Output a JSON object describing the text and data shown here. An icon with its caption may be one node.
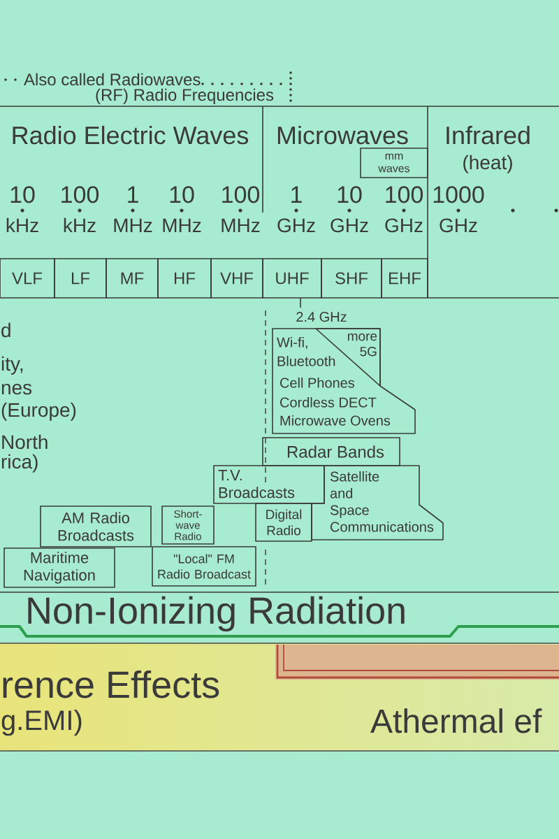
{
  "diagram": {
    "nodes": [
      {
        "text": [
          "mm waves"
        ]
      },
      {
        "text": [
          "VLF"
        ]
      },
      {
        "text": [
          "LF"
        ]
      },
      {
        "text": [
          "MF"
        ]
      },
      {
        "text": [
          "HF"
        ]
      },
      {
        "text": [
          "VHF"
        ]
      },
      {
        "text": [
          "UHF"
        ]
      },
      {
        "text": [
          "SHF"
        ]
      },
      {
        "text": [
          "EHF"
        ]
      },
      {
        "text": [
          "Wi-fi, Bluetooth",
          "Cell Phones",
          "Cordless DECT",
          "Microwave Ovens"
        ]
      },
      {
        "text": [
          "more 5G"
        ],
        "in": 9
      },
      {
        "text": [
          "Radar Bands"
        ]
      },
      {
        "text": [
          "T.V. Broadcasts"
        ]
      },
      {
        "text": [
          "Satellite and Space Communications"
        ]
      },
      {
        "text": [
          "AM Radio Broadcasts"
        ]
      },
      {
        "text": [
          "Short-wave Radio"
        ]
      },
      {
        "text": [
          "Digital Radio"
        ]
      },
      {
        "text": [
          "Maritime Navigation"
        ]
      },
      {
        "text": [
          "\"Local\" FM Radio Broadcast"
        ]
      },
      {
        "text": [
          "rence Effects",
          "g.EMI)",
          "Athermal ef"
        ]
      },
      {
        "text": [],
        "shape": "bar",
        "in": 19
      }
    ],
    "labels": [
      "Also called Radiowaves",
      "(RF) Radio Frequencies",
      "Radio Electric Waves",
      "Microwaves",
      "Infrared",
      "(heat)",
      "10",
      "100",
      "1",
      "10",
      "100",
      "1",
      "10",
      "100",
      "1000",
      "kHz",
      "kHz",
      "MHz",
      "MHz",
      "MHz",
      "GHz",
      "GHz",
      "GHz",
      "GHz",
      "2.4 GHz",
      "d",
      "ity,",
      "nes",
      "(Europe)",
      "North",
      "rica)",
      "Non-Ionizing Radiation"
    ]
  }
}
